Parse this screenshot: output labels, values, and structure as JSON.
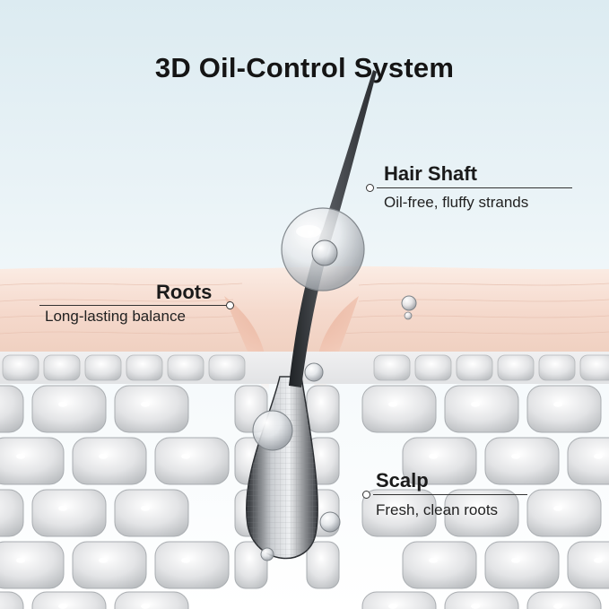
{
  "title": "3D Oil-Control System",
  "callouts": {
    "hair_shaft": {
      "title": "Hair Shaft",
      "subtitle": "Oil-free, fluffy strands"
    },
    "roots": {
      "title": "Roots",
      "subtitle": "Long-lasting balance"
    },
    "scalp": {
      "title": "Scalp",
      "subtitle": "Fresh, clean roots"
    }
  },
  "colors": {
    "sky_top": "#dcebf1",
    "skin": "#f5d9cc",
    "skin_dark": "#e9b8a3",
    "cell_fill": "#d9dadb",
    "hair": "#3a3d41",
    "text": "#1a1a1a"
  }
}
